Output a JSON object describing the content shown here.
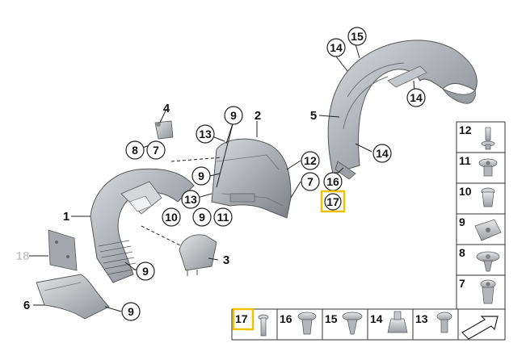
{
  "diagram": {
    "callouts": [
      {
        "id": "c-14a",
        "label": "14"
      },
      {
        "id": "c-15",
        "label": "15"
      },
      {
        "id": "c-14b",
        "label": "14"
      },
      {
        "id": "c-14c",
        "label": "14"
      },
      {
        "id": "c-16",
        "label": "16"
      },
      {
        "id": "c-17",
        "label": "17",
        "highlight": true
      },
      {
        "id": "c-4",
        "label": "4"
      },
      {
        "id": "c-9a",
        "label": "9"
      },
      {
        "id": "c-2",
        "label": "2"
      },
      {
        "id": "c-13a",
        "label": "13"
      },
      {
        "id": "c-8",
        "label": "8"
      },
      {
        "id": "c-7a",
        "label": "7"
      },
      {
        "id": "c-12",
        "label": "12"
      },
      {
        "id": "c-7b",
        "label": "7"
      },
      {
        "id": "c-9b",
        "label": "9"
      },
      {
        "id": "c-13b",
        "label": "13"
      },
      {
        "id": "c-10",
        "label": "10"
      },
      {
        "id": "c-9c",
        "label": "9"
      },
      {
        "id": "c-11",
        "label": "11"
      },
      {
        "id": "c-1",
        "label": "1"
      },
      {
        "id": "c-3",
        "label": "3"
      },
      {
        "id": "c-9d",
        "label": "9"
      },
      {
        "id": "c-18",
        "label": "18"
      },
      {
        "id": "c-6",
        "label": "6"
      },
      {
        "id": "c-9e",
        "label": "9"
      },
      {
        "id": "c-5",
        "label": "5"
      }
    ],
    "legend_right": [
      "12",
      "11",
      "10",
      "9",
      "8",
      "7"
    ],
    "legend_bottom": [
      "17",
      "16",
      "15",
      "14",
      "13"
    ],
    "colors": {
      "highlight": "#f2c200",
      "part_fill": "#b9bcc0",
      "part_dark": "#8d9196",
      "line": "#222222"
    }
  }
}
